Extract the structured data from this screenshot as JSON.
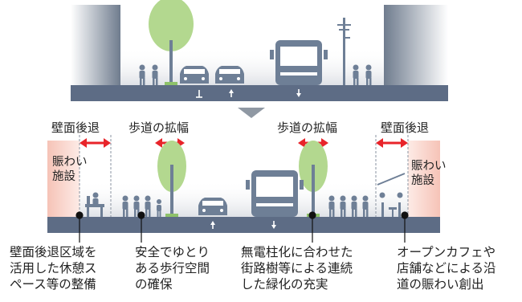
{
  "labels": {
    "setback_left": "壁面後退",
    "sidewalk_left": "歩道の拡幅",
    "sidewalk_right": "歩道の拡幅",
    "setback_right": "壁面後退",
    "bustle_left": [
      "賑わい",
      "施設"
    ],
    "bustle_right": [
      "賑わい",
      "施設"
    ]
  },
  "captions": [
    {
      "lines": [
        "壁面後退区域を",
        "活用した休憩ス",
        "ペース等の整備"
      ]
    },
    {
      "lines": [
        "安全でゆとり",
        "ある歩行空間",
        "の確保"
      ]
    },
    {
      "lines": [
        "無電柱化に合わせた",
        "街路樹等による連続",
        "した緑化の充実"
      ]
    },
    {
      "lines": [
        "オープンカフェや",
        "店舗などによる沿",
        "道の賑わい創出"
      ]
    }
  ],
  "colors": {
    "road": "#5d6c85",
    "building": "#7a8798",
    "tree": "#b3d88f",
    "dimension_arrow": "#e8242a",
    "bustle_facility": "#f4b6aa",
    "people": "#6e7f96",
    "transition_arrow": "#9aa3ad",
    "dashed_guide": "#8a93a0"
  }
}
